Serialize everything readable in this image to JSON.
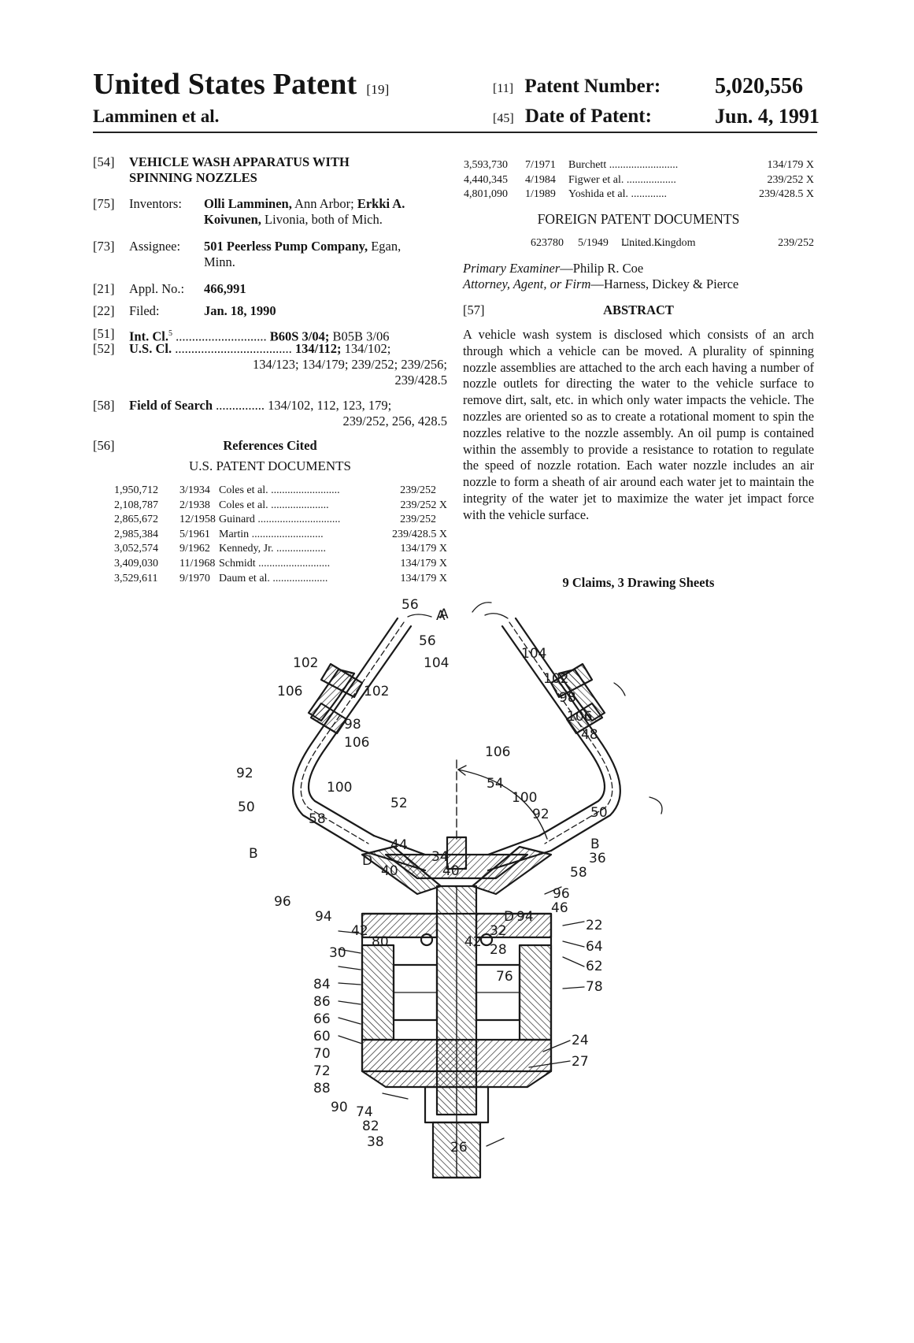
{
  "header": {
    "title": "United States Patent",
    "title_code": "[19]",
    "authors": "Lamminen et al.",
    "patent_number_code": "[11]",
    "patent_number_label": "Patent Number:",
    "patent_number": "5,020,556",
    "date_code": "[45]",
    "date_label": "Date of Patent:",
    "date": "Jun. 4, 1991"
  },
  "bib": {
    "title_code": "[54]",
    "title_line1": "VEHICLE WASH APPARATUS WITH",
    "title_line2": "SPINNING NOZZLES",
    "inventors_code": "[75]",
    "inventors_label": "Inventors:",
    "inventors_line1_name1": "Olli Lamminen,",
    "inventors_line1_rest": " Ann Arbor;",
    "inventors_line1_name2": " Erkki A.",
    "inventors_line2_name": "Koivunen,",
    "inventors_line2_rest": " Livonia, both of Mich.",
    "assignee_code": "[73]",
    "assignee_label": "Assignee:",
    "assignee_name": "501 Peerless Pump Company,",
    "assignee_line1_rest": " Egan,",
    "assignee_line2": "Minn.",
    "appl_code": "[21]",
    "appl_label": "Appl. No.:",
    "appl_no": "466,991",
    "filed_code": "[22]",
    "filed_label": "Filed:",
    "filed_date": "Jan. 18, 1990",
    "intcl_code": "[51]",
    "intcl_label": "Int. Cl.",
    "intcl_sup": "5",
    "intcl_dots": " ............................",
    "intcl_value_bold": " B60S 3/04;",
    "intcl_value_rest": " B05B 3/06",
    "uscl_code": "[52]",
    "uscl_label": "U.S. Cl.",
    "uscl_dots": " ....................................",
    "uscl_value_bold": " 134/112;",
    "uscl_value_rest": " 134/102;",
    "uscl_line2": "134/123; 134/179; 239/252; 239/256;",
    "uscl_line3": "239/428.5",
    "field_code": "[58]",
    "field_label": "Field of Search",
    "field_dots": " ...............",
    "field_value": " 134/102, 112, 123, 179;",
    "field_line2": "239/252, 256, 428.5",
    "refs_code": "[56]",
    "refs_title": "References Cited",
    "us_docs_title": "U.S. PATENT DOCUMENTS"
  },
  "us_patents": [
    {
      "num": "1,950,712",
      "date": "3/1934",
      "name": "Coles et al.",
      "dots": " .........................",
      "cls": "239/252",
      "x": ""
    },
    {
      "num": "2,108,787",
      "date": "2/1938",
      "name": "Coles et al.",
      "dots": " .....................",
      "cls": "239/252",
      "x": "X"
    },
    {
      "num": "2,865,672",
      "date": "12/1958",
      "name": "Guinard",
      "dots": " ..............................",
      "cls": "239/252",
      "x": ""
    },
    {
      "num": "2,985,384",
      "date": "5/1961",
      "name": "Martin",
      "dots": " ..........................",
      "cls": "239/428.5",
      "x": "X"
    },
    {
      "num": "3,052,574",
      "date": "9/1962",
      "name": "Kennedy, Jr.",
      "dots": " ..................",
      "cls": "134/179",
      "x": "X"
    },
    {
      "num": "3,409,030",
      "date": "11/1968",
      "name": "Schmidt",
      "dots": " ..........................",
      "cls": "134/179",
      "x": "X"
    },
    {
      "num": "3,529,611",
      "date": "9/1970",
      "name": "Daum et al.",
      "dots": " ....................",
      "cls": "134/179",
      "x": "X"
    }
  ],
  "us_patents_cont": [
    {
      "num": "3,593,730",
      "date": "7/1971",
      "name": "Burchett",
      "dots": " .........................",
      "cls": "134/179",
      "x": "X"
    },
    {
      "num": "4,440,345",
      "date": "4/1984",
      "name": "Figwer et al.",
      "dots": " ..................",
      "cls": "239/252",
      "x": "X"
    },
    {
      "num": "4,801,090",
      "date": "1/1989",
      "name": "Yoshida et al.",
      "dots": " .............",
      "cls": "239/428.5",
      "x": "X"
    }
  ],
  "foreign": {
    "title": "FOREIGN PATENT DOCUMENTS",
    "num": "623780",
    "date": "5/1949",
    "name": "United Kingdom",
    "dots": " ................",
    "cls": "239/252"
  },
  "examiner": {
    "primary_label": "Primary Examiner",
    "primary_name": "—Philip R. Coe",
    "attorney_label": "Attorney, Agent, or Firm",
    "attorney_name": "—Harness, Dickey & Pierce"
  },
  "abstract": {
    "code": "[57]",
    "title": "ABSTRACT",
    "text": "A vehicle wash system is disclosed which consists of an arch through which a vehicle can be moved. A plurality of spinning nozzle assemblies are attached to the arch each having a number of nozzle outlets for directing the water to the vehicle surface to remove dirt, salt, etc. in which only water impacts the vehicle. The nozzles are oriented so as to create a rotational moment to spin the nozzles relative to the nozzle assembly. An oil pump is contained within the assembly to provide a resistance to rotation to regulate the speed of nozzle rotation. Each water nozzle includes an air nozzle to form a sheath of air around each water jet to maintain the integrity of the water jet to maximize the water jet impact force with the vehicle surface.",
    "claims": "9 Claims, 3 Drawing Sheets"
  },
  "drawing_labels": {
    "l56a": "56",
    "lA1": "A",
    "l56b": "56",
    "l104a": "104",
    "l102a": "102",
    "l106a": "106",
    "l102b": "102",
    "l98a": "98",
    "l106b": "106",
    "l92a": "92",
    "l100a": "100",
    "l50a": "50",
    "l58a": "58",
    "lBa": "B",
    "l44": "44",
    "lD1": "D",
    "l40a": "40",
    "l34": "34",
    "l40b": "40",
    "l52": "52",
    "l54": "54",
    "l96a": "96",
    "l94a": "94",
    "l42a": "42",
    "l80": "80",
    "l30": "30",
    "l84": "84",
    "l86": "86",
    "l66": "66",
    "l60": "60",
    "l70": "70",
    "l72": "72",
    "l88": "88",
    "l90": "90",
    "l74": "74",
    "l82": "82",
    "l38": "38",
    "l26": "26",
    "lA2": "A",
    "l104b": "104",
    "l102c": "102",
    "l98b": "98",
    "l106c": "106",
    "l48": "48",
    "l106d": "106",
    "l100b": "100",
    "l92b": "92",
    "l50b": "50",
    "lBb": "B",
    "l36": "36",
    "l58b": "58",
    "l96b": "96",
    "lD2": "D",
    "l94b": "94",
    "l46": "46",
    "l32": "32",
    "l42b": "42",
    "l28": "28",
    "l76": "76",
    "l22": "22",
    "l64": "64",
    "l62": "62",
    "l78": "78",
    "l24": "24",
    "l27": "27"
  }
}
